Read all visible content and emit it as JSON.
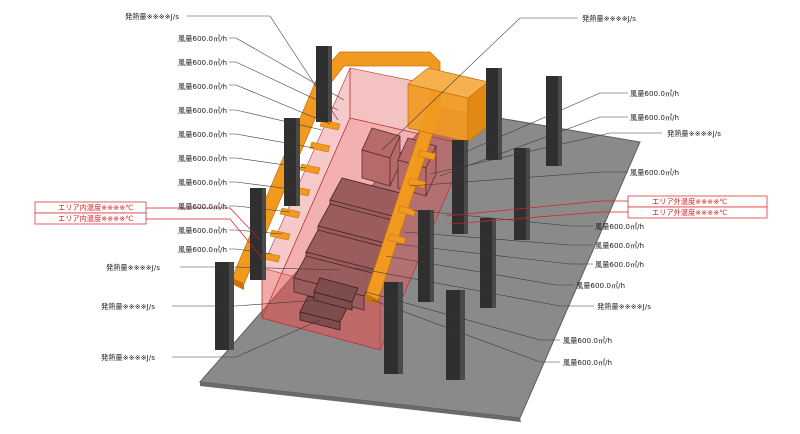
{
  "colors": {
    "floor": "#8a8a8a",
    "floor_edge": "#5c5c5c",
    "pillar": "#2f2f2f",
    "duct": "#f29a1f",
    "duct_dark": "#c8730e",
    "zone": "#e25050",
    "red_text": "#d42020"
  },
  "labels_left": [
    {
      "id": "heat-top",
      "text": "発熱量※※※※J/s"
    },
    {
      "id": "flow-l1",
      "text": "風量600.0㎥/h"
    },
    {
      "id": "flow-l2",
      "text": "風量600.0㎥/h"
    },
    {
      "id": "flow-l3",
      "text": "風量600.0㎥/h"
    },
    {
      "id": "flow-l4",
      "text": "風量600.0㎥/h"
    },
    {
      "id": "flow-l5",
      "text": "風量600.0㎥/h"
    },
    {
      "id": "flow-l6",
      "text": "風量600.0㎥/h"
    },
    {
      "id": "flow-l7",
      "text": "風量600.0㎥/h"
    },
    {
      "id": "flow-l8",
      "text": "風量600.0㎥/h"
    },
    {
      "id": "flow-l9",
      "text": "風量600.0㎥/h"
    },
    {
      "id": "flow-l10",
      "text": "風量600.0㎥/h"
    },
    {
      "id": "heat-l1",
      "text": "発熱量※※※※J/s"
    },
    {
      "id": "heat-l2",
      "text": "発熱量※※※※J/s"
    },
    {
      "id": "heat-l3",
      "text": "発熱量※※※※J/s"
    }
  ],
  "labels_right": [
    {
      "id": "heat-tr",
      "text": "発熱量※※※※J/s"
    },
    {
      "id": "flow-r1",
      "text": "風量600.0㎥/h"
    },
    {
      "id": "flow-r2",
      "text": "風量600.0㎥/h"
    },
    {
      "id": "heat-r1",
      "text": "発熱量※※※※J/s"
    },
    {
      "id": "flow-r3",
      "text": "風量600.0㎥/h"
    },
    {
      "id": "flow-r4",
      "text": "風量600.0㎥/h"
    },
    {
      "id": "flow-r5",
      "text": "風量600.0㎥/h"
    },
    {
      "id": "flow-r6",
      "text": "風量600.0㎥/h"
    },
    {
      "id": "flow-r7",
      "text": "風量600.0㎥/h"
    },
    {
      "id": "heat-r2",
      "text": "発熱量※※※※J/s"
    },
    {
      "id": "flow-r8",
      "text": "風量600.0㎥/h"
    },
    {
      "id": "flow-r9",
      "text": "風量600.0㎥/h"
    }
  ],
  "area_labels": {
    "inner_1": "エリア内温度※※※※℃",
    "inner_2": "エリア内温度※※※※℃",
    "outer_1": "エリア外温度※※※※℃",
    "outer_2": "エリア外温度※※※※℃"
  }
}
